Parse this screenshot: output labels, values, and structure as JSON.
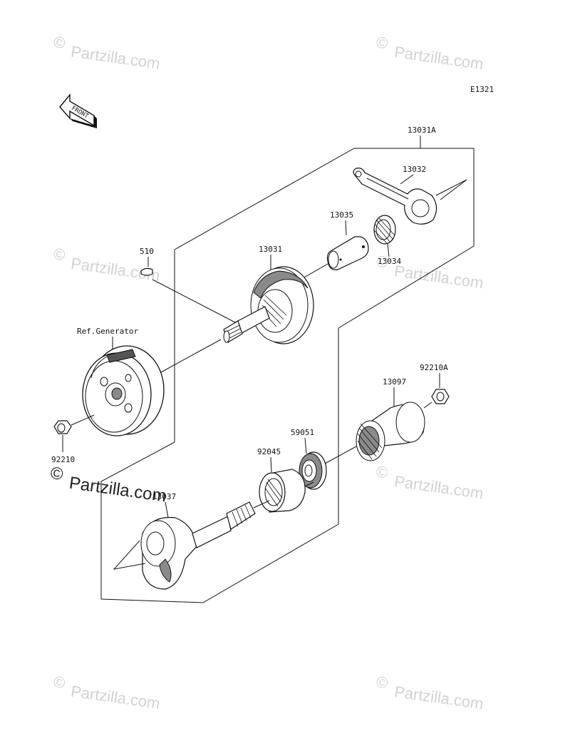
{
  "diagram": {
    "code": "E1321",
    "front_label": "FRONT",
    "labels": {
      "p13031A": "13031A",
      "p13032": "13032",
      "p13035": "13035",
      "p13034": "13034",
      "p510": "510",
      "p13031": "13031",
      "ref_generator": "Ref.Generator",
      "p92210": "92210",
      "p92210A": "92210A",
      "p13097": "13097",
      "p59051": "59051",
      "p92045": "92045",
      "p13037": "13037"
    }
  },
  "watermarks": {
    "text": "Partzilla.com",
    "copyright": "©"
  }
}
